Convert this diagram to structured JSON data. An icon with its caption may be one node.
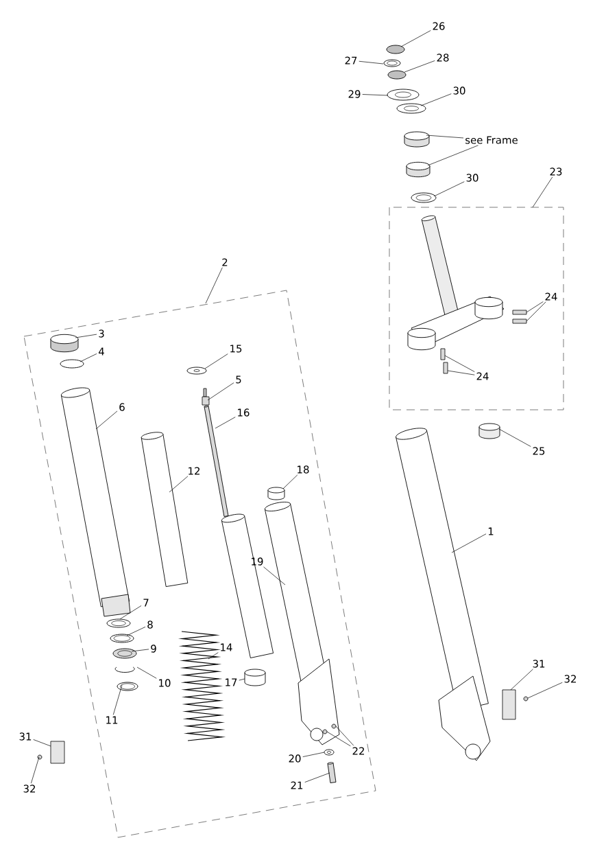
{
  "diagram": {
    "nodes": [
      {
        "text": [
          "26"
        ]
      },
      {
        "text": [
          "27"
        ]
      },
      {
        "text": [
          "28"
        ]
      },
      {
        "text": [
          "29"
        ]
      },
      {
        "text": [
          "30"
        ]
      },
      {
        "text": [
          "see Frame"
        ]
      },
      {
        "text": [
          "30"
        ]
      },
      {
        "text": [
          "23"
        ]
      },
      {
        "text": [
          "2"
        ]
      },
      {
        "text": [
          "3"
        ]
      },
      {
        "text": [
          "4"
        ]
      },
      {
        "text": [
          "15"
        ]
      },
      {
        "text": [
          "5"
        ]
      },
      {
        "text": [
          "6"
        ]
      },
      {
        "text": [
          "16"
        ]
      },
      {
        "text": [
          "12"
        ]
      },
      {
        "text": [
          "18"
        ]
      },
      {
        "text": [
          "1"
        ]
      },
      {
        "text": [
          "19"
        ]
      },
      {
        "text": [
          "7"
        ]
      },
      {
        "text": [
          "8"
        ]
      },
      {
        "text": [
          "9"
        ]
      },
      {
        "text": [
          "14"
        ]
      },
      {
        "text": [
          "10"
        ]
      },
      {
        "text": [
          "31"
        ]
      },
      {
        "text": [
          "32"
        ]
      },
      {
        "text": [
          "17"
        ]
      },
      {
        "text": [
          "11"
        ]
      },
      {
        "text": [
          "22"
        ]
      },
      {
        "text": [
          "31"
        ]
      },
      {
        "text": [
          "20"
        ]
      },
      {
        "text": [
          "32"
        ]
      },
      {
        "text": [
          "21"
        ]
      },
      {
        "text": [
          "24"
        ]
      },
      {
        "text": [
          "24"
        ]
      },
      {
        "text": [
          "25"
        ]
      },
      {
        "text": [],
        "shape": "circle"
      },
      {
        "text": [],
        "shape": "picture"
      },
      {
        "text": [],
        "shape": "circle"
      },
      {
        "text": [],
        "shape": "picture"
      },
      {
        "text": [],
        "shape": "picture"
      },
      {
        "text": [],
        "shape": "cylinder"
      },
      {
        "text": [],
        "shape": "cylinder"
      },
      {
        "text": [],
        "shape": "picture"
      },
      {
        "text": [],
        "shape": "box"
      },
      {
        "text": [],
        "shape": "box"
      },
      {
        "text": [],
        "shape": "cylinder"
      },
      {
        "text": [],
        "shape": "box"
      },
      {
        "text": [],
        "shape": "circle"
      },
      {
        "text": [],
        "shape": "picture"
      },
      {
        "text": [],
        "shape": "box"
      },
      {
        "text": [],
        "shape": "box"
      },
      {
        "text": [],
        "shape": "picture"
      },
      {
        "text": [],
        "shape": "picture"
      },
      {
        "text": [],
        "shape": "cylinder"
      },
      {
        "text": [],
        "shape": "cylinder"
      },
      {
        "text": [],
        "shape": "picture"
      },
      {
        "text": [],
        "shape": "picture"
      },
      {
        "text": [],
        "shape": "picture"
      },
      {
        "text": [],
        "shape": "picture"
      },
      {
        "text": [],
        "shape": "picture"
      },
      {
        "text": [],
        "shape": "picture"
      },
      {
        "text": [],
        "shape": "picture"
      },
      {
        "text": [],
        "shape": "picture"
      },
      {
        "text": [],
        "shape": "cylinder"
      },
      {
        "text": [],
        "shape": "picture"
      },
      {
        "text": [],
        "shape": "box"
      },
      {
        "text": [],
        "shape": "circle"
      },
      {
        "text": [],
        "shape": "circle"
      },
      {
        "text": [],
        "shape": "circle"
      },
      {
        "text": [],
        "shape": "box"
      },
      {
        "text": [],
        "shape": "picture"
      },
      {
        "text": [],
        "shape": "circle"
      },
      {
        "text": [],
        "shape": "picture"
      }
    ],
    "edges": [
      {
        "from": 0,
        "to": 36,
        "arrow": "none"
      },
      {
        "from": 1,
        "to": 37,
        "arrow": "none"
      },
      {
        "from": 2,
        "to": 38,
        "arrow": "none"
      },
      {
        "from": 3,
        "to": 39,
        "arrow": "none"
      },
      {
        "from": 4,
        "to": 40,
        "arrow": "none"
      },
      {
        "from": 5,
        "to": 41,
        "arrow": "none"
      },
      {
        "from": 5,
        "to": 42,
        "arrow": "none"
      },
      {
        "from": 6,
        "to": 43,
        "arrow": "none"
      },
      {
        "from": 7,
        "to": null,
        "arrow": "none"
      },
      {
        "from": 8,
        "to": null,
        "arrow": "none"
      },
      {
        "from": 9,
        "to": 46,
        "arrow": "none"
      },
      {
        "from": 10,
        "to": 48,
        "arrow": "none"
      },
      {
        "from": 11,
        "to": 49,
        "arrow": "none"
      },
      {
        "from": 12,
        "to": 51,
        "arrow": "none"
      },
      {
        "from": 13,
        "to": 53,
        "arrow": "none"
      },
      {
        "from": 14,
        "to": 52,
        "arrow": "none"
      },
      {
        "from": 15,
        "to": 56,
        "arrow": "none"
      },
      {
        "from": 16,
        "to": 55,
        "arrow": "none"
      },
      {
        "from": 17,
        "to": 57,
        "arrow": "none"
      },
      {
        "from": 18,
        "to": 58,
        "arrow": "none"
      },
      {
        "from": 19,
        "to": 59,
        "arrow": "none"
      },
      {
        "from": 20,
        "to": 60,
        "arrow": "none"
      },
      {
        "from": 21,
        "to": 61,
        "arrow": "none"
      },
      {
        "from": 22,
        "to": 62,
        "arrow": "none"
      },
      {
        "from": 23,
        "to": 63,
        "arrow": "none"
      },
      {
        "from": 24,
        "to": 66,
        "arrow": "none"
      },
      {
        "from": 25,
        "to": 67,
        "arrow": "none"
      },
      {
        "from": 26,
        "to": 64,
        "arrow": "none"
      },
      {
        "from": 27,
        "to": 65,
        "arrow": "none"
      },
      {
        "from": 28,
        "to": 69,
        "arrow": "none"
      },
      {
        "from": 28,
        "to": 68,
        "arrow": "none"
      },
      {
        "from": 29,
        "to": 70,
        "arrow": "none"
      },
      {
        "from": 30,
        "to": 71,
        "arrow": "none"
      },
      {
        "from": 31,
        "to": 72,
        "arrow": "none"
      },
      {
        "from": 32,
        "to": 73,
        "arrow": "none"
      },
      {
        "from": 33,
        "to": 44,
        "arrow": "none"
      },
      {
        "from": 33,
        "to": 45,
        "arrow": "none"
      },
      {
        "from": 34,
        "to": 47,
        "arrow": "none"
      },
      {
        "from": 34,
        "to": 50,
        "arrow": "none"
      },
      {
        "from": 35,
        "to": 54,
        "arrow": "none"
      }
    ]
  }
}
